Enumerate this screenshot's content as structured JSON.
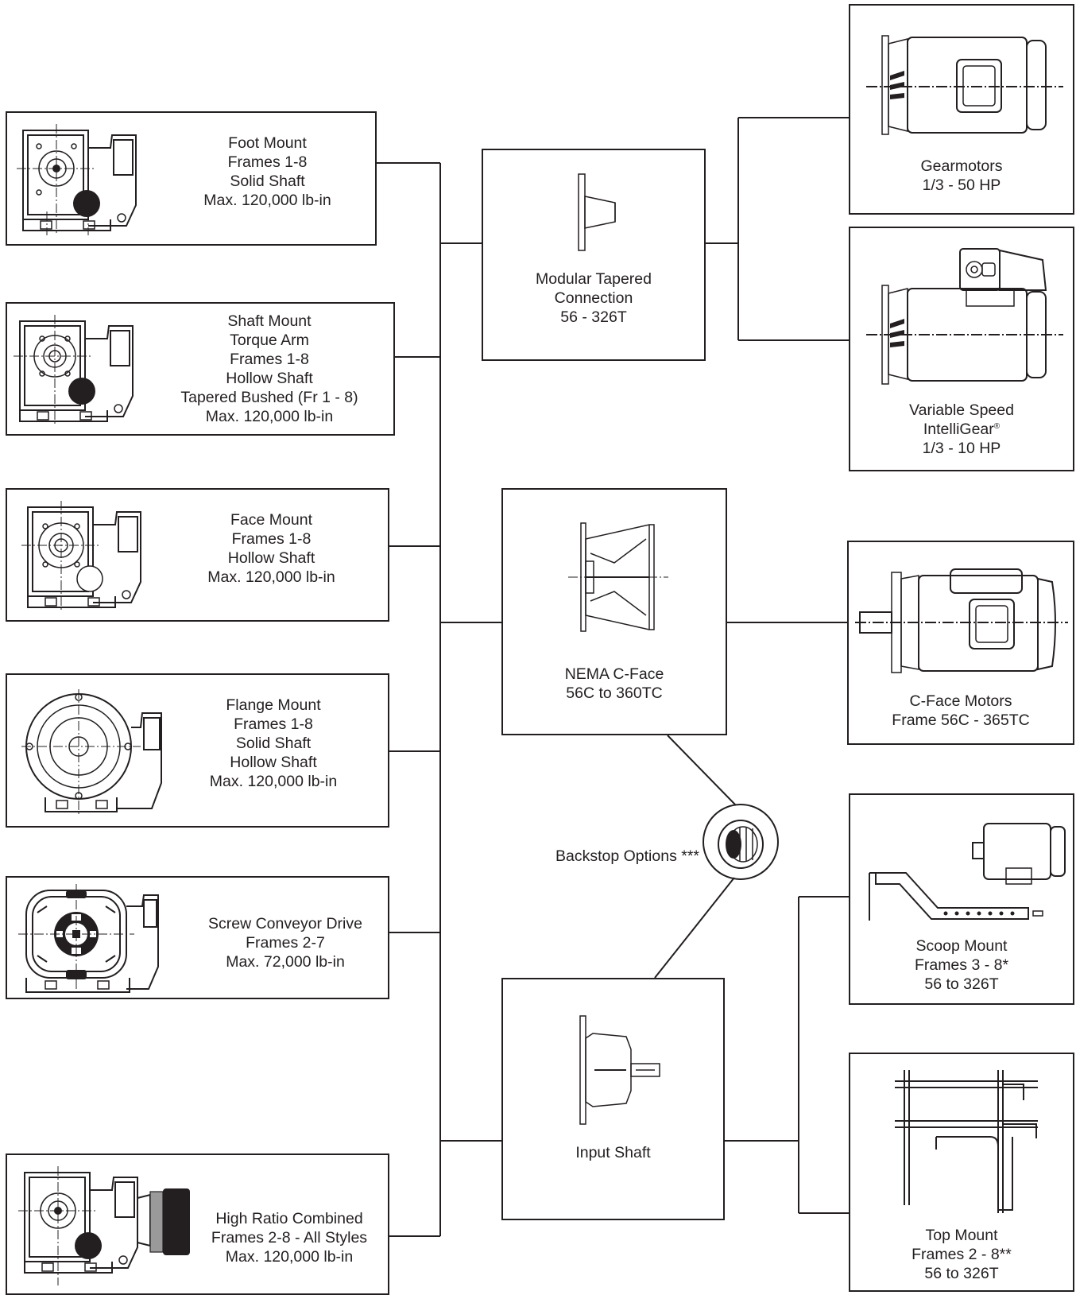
{
  "reducers": {
    "foot_mount": [
      "Foot Mount",
      "Frames 1-8",
      "Solid Shaft",
      "Max. 120,000 lb-in"
    ],
    "shaft_mount": [
      "Shaft Mount",
      "Torque Arm",
      "Frames 1-8",
      "Hollow Shaft",
      "Tapered Bushed (Fr 1 - 8)",
      "Max. 120,000 lb-in"
    ],
    "face_mount": [
      "Face Mount",
      "Frames 1-8",
      "Hollow Shaft",
      "Max. 120,000 lb-in"
    ],
    "flange_mount": [
      "Flange Mount",
      "Frames 1-8",
      "Solid Shaft",
      "Hollow Shaft",
      "Max. 120,000 lb-in"
    ],
    "screw_conveyor": [
      "Screw Conveyor Drive",
      "Frames 2-7",
      "Max. 72,000 lb-in"
    ],
    "high_ratio": [
      "High Ratio Combined",
      "Frames 2-8 - All Styles",
      "Max. 120,000 lb-in"
    ]
  },
  "adapters": {
    "modular_tapered": [
      "Modular Tapered",
      "Connection",
      "56 - 326T"
    ],
    "nema_cface": [
      "NEMA C-Face",
      "56C to 360TC"
    ],
    "input_shaft": [
      "Input Shaft"
    ]
  },
  "motors": {
    "gearmotors": [
      "Gearmotors",
      "1/3 - 50 HP"
    ],
    "variable_speed": [
      "Variable Speed",
      "IntelliGear",
      "1/3 - 10 HP"
    ],
    "variable_speed_mark": "®",
    "cface_motors": [
      "C-Face Motors",
      "Frame 56C - 365TC"
    ],
    "scoop_mount": [
      "Scoop Mount",
      "Frames 3 - 8*",
      "56 to 326T"
    ],
    "top_mount": [
      "Top Mount",
      "Frames 2 - 8**",
      "56 to 326T"
    ]
  },
  "backstop": {
    "label": "Backstop Options ***"
  }
}
